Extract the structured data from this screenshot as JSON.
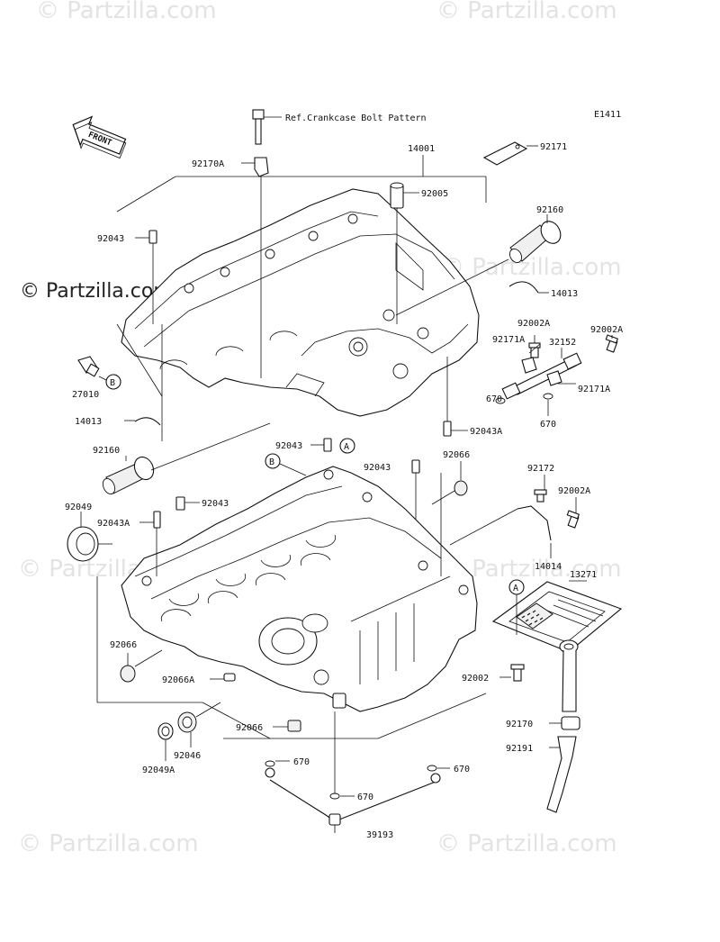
{
  "diagram_code": "E1411",
  "front_label": "FRONT",
  "watermarks": [
    "© Partzilla.com"
  ],
  "callouts": {
    "A": "A",
    "B": "B"
  },
  "parts": [
    {
      "id": "ref-bolt",
      "label": "Ref.Crankcase Bolt Pattern"
    },
    {
      "id": "14001",
      "label": "14001"
    },
    {
      "id": "92171",
      "label": "92171"
    },
    {
      "id": "92170A",
      "label": "92170A"
    },
    {
      "id": "92005",
      "label": "92005"
    },
    {
      "id": "92043-top",
      "label": "92043"
    },
    {
      "id": "92160-top",
      "label": "92160"
    },
    {
      "id": "14013-top",
      "label": "14013"
    },
    {
      "id": "92002A-1",
      "label": "92002A"
    },
    {
      "id": "92002A-2",
      "label": "92002A"
    },
    {
      "id": "92171A-1",
      "label": "92171A"
    },
    {
      "id": "32152",
      "label": "32152"
    },
    {
      "id": "670-1",
      "label": "670"
    },
    {
      "id": "92171A-2",
      "label": "92171A"
    },
    {
      "id": "670-2",
      "label": "670"
    },
    {
      "id": "27010",
      "label": "27010"
    },
    {
      "id": "14013-left",
      "label": "14013"
    },
    {
      "id": "92043A-1",
      "label": "92043A"
    },
    {
      "id": "92043-mid",
      "label": "92043"
    },
    {
      "id": "92160-left",
      "label": "92160"
    },
    {
      "id": "92043-right",
      "label": "92043"
    },
    {
      "id": "92066-right",
      "label": "92066"
    },
    {
      "id": "92172",
      "label": "92172"
    },
    {
      "id": "92002A-3",
      "label": "92002A"
    },
    {
      "id": "92049",
      "label": "92049"
    },
    {
      "id": "92043-left",
      "label": "92043"
    },
    {
      "id": "92043A-2",
      "label": "92043A"
    },
    {
      "id": "14014",
      "label": "14014"
    },
    {
      "id": "13271",
      "label": "13271"
    },
    {
      "id": "92066-left",
      "label": "92066"
    },
    {
      "id": "92066A",
      "label": "92066A"
    },
    {
      "id": "92002",
      "label": "92002"
    },
    {
      "id": "92066-bottom",
      "label": "92066"
    },
    {
      "id": "92046",
      "label": "92046"
    },
    {
      "id": "92170",
      "label": "92170"
    },
    {
      "id": "92191",
      "label": "92191"
    },
    {
      "id": "92049A",
      "label": "92049A"
    },
    {
      "id": "670-3",
      "label": "670"
    },
    {
      "id": "670-4",
      "label": "670"
    },
    {
      "id": "670-5",
      "label": "670"
    },
    {
      "id": "39193",
      "label": "39193"
    }
  ]
}
